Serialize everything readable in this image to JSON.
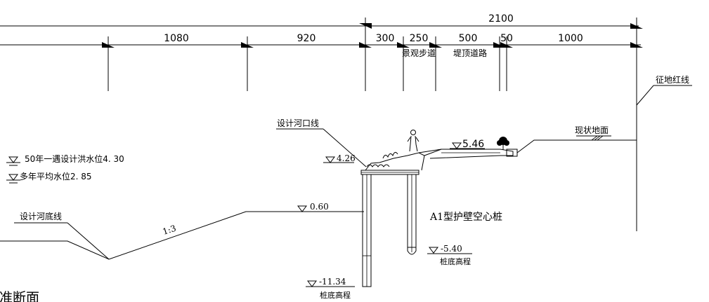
{
  "dimensions": {
    "total": "2100",
    "d1080": "1080",
    "d920": "920",
    "d300": "300",
    "d250": "250",
    "d500": "500",
    "d50": "50",
    "d1000": "1000"
  },
  "labels": {
    "landscape_walkway": "景观步道",
    "dike_top_road": "堤顶道路",
    "land_red_line": "征地红线",
    "design_river_bank_line": "设计河口线",
    "existing_ground": "现状地面",
    "design_river_bed_line": "设计河底线",
    "pile_name": "A1型护壁空心桩",
    "pile_bottom_elevation": "桩底高程",
    "slope_ratio": "1:3",
    "section_title": "标准断面"
  },
  "water_levels": {
    "flood_50yr": "50年一遇设计洪水位4. 30",
    "mean_annual": "多年平均水位2. 85"
  },
  "elevations": {
    "bank_top": "4.26",
    "road_top": "5.46",
    "terrace": "0.60",
    "short_pile_bottom": "-5.40",
    "long_pile_bottom": "-11.34"
  }
}
